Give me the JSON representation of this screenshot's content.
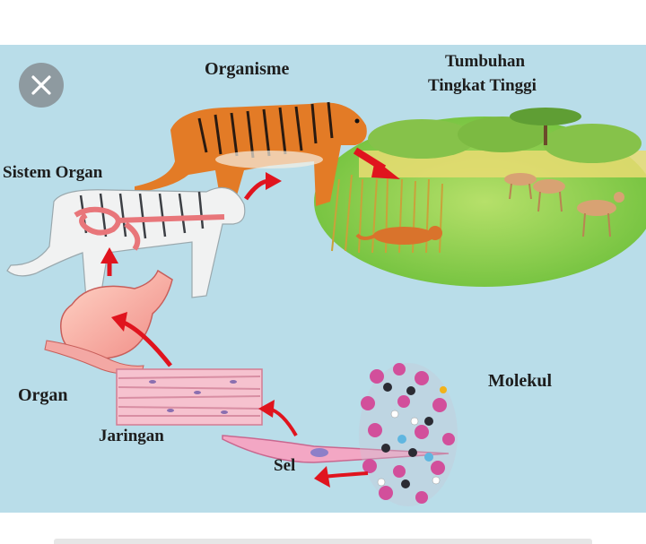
{
  "diagram": {
    "labels": {
      "organisme": "Organisme",
      "tumbuhan_line1": "Tumbuhan",
      "tumbuhan_line2": "Tingkat Tinggi",
      "sistem_organ": "Sistem Organ",
      "organ": "Organ",
      "jaringan": "Jaringan",
      "sel": "Sel",
      "molekul": "Molekul"
    }
  },
  "controls": {
    "close_icon": "close-icon"
  },
  "colors": {
    "background": "#b9dde9",
    "arrow": "#e0141e",
    "tiger": "#e0782a",
    "grass": "#8fcf4a"
  }
}
